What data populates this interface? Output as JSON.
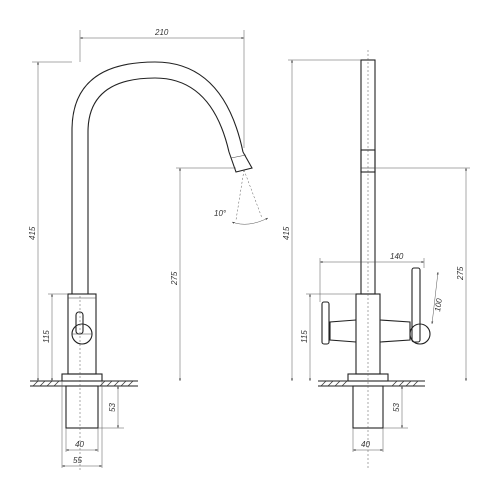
{
  "dimensions": {
    "left": {
      "spout_reach": "210",
      "total_height": "415",
      "outlet_height": "275",
      "spout_angle": "10°",
      "body_height": "115",
      "shank_length": "53",
      "shank_dia": "40",
      "base_dia": "55"
    },
    "right": {
      "total_height": "415",
      "outlet_height": "275",
      "handle_span": "140",
      "handle_height": "100",
      "body_height": "115",
      "shank_length": "53",
      "shank_dia": "40"
    }
  }
}
